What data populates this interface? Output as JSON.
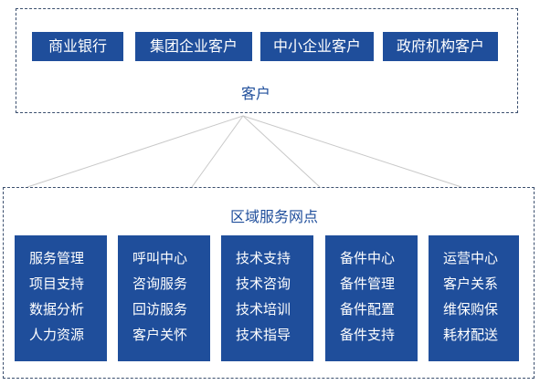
{
  "customers": {
    "label": "客户",
    "items": [
      "商业银行",
      "集团企业客户",
      "中小企业客户",
      "政府机构客户"
    ]
  },
  "network": {
    "label": "区域服务网点",
    "columns": [
      [
        "服务管理",
        "项目支持",
        "数据分析",
        "人力资源"
      ],
      [
        "呼叫中心",
        "咨询服务",
        "回访服务",
        "客户关怀"
      ],
      [
        "技术支持",
        "技术咨询",
        "技术培训",
        "技术指导"
      ],
      [
        "备件中心",
        "备件管理",
        "备件配置",
        "备件支持"
      ],
      [
        "运营中心",
        "客户关系",
        "维保购保",
        "耗材配送"
      ]
    ]
  },
  "colors": {
    "box_fill": "#1f4e9b",
    "box_text": "#ffffff",
    "label_text": "#1f4e9b",
    "frame_border": "#3b4f6e",
    "connector": "#c8c8c8"
  }
}
